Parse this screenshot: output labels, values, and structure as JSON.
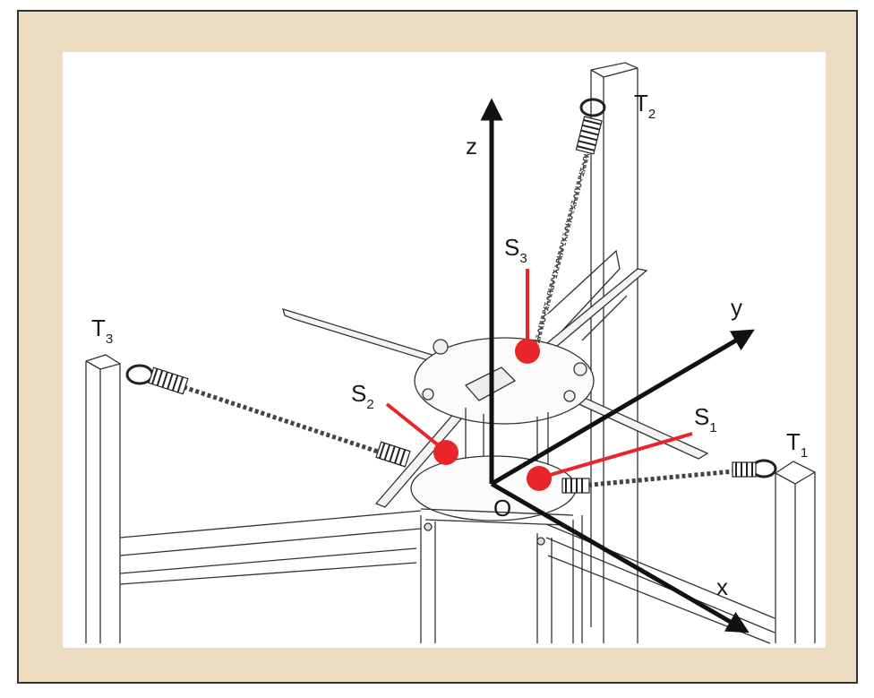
{
  "colors": {
    "frame_background": "#eddcc2",
    "frame_border": "#333333",
    "figure_background": "#ffffff",
    "marker_red": "#e8262a",
    "axis_black": "#111111"
  },
  "axes": {
    "z": "z",
    "y": "y",
    "x": "x",
    "origin": "O"
  },
  "points": {
    "S1": {
      "main": "S",
      "sub": "1"
    },
    "S2": {
      "main": "S",
      "sub": "2"
    },
    "S3": {
      "main": "S",
      "sub": "3"
    },
    "T1": {
      "main": "T",
      "sub": "1"
    },
    "T2": {
      "main": "T",
      "sub": "2"
    },
    "T3": {
      "main": "T",
      "sub": "3"
    }
  }
}
